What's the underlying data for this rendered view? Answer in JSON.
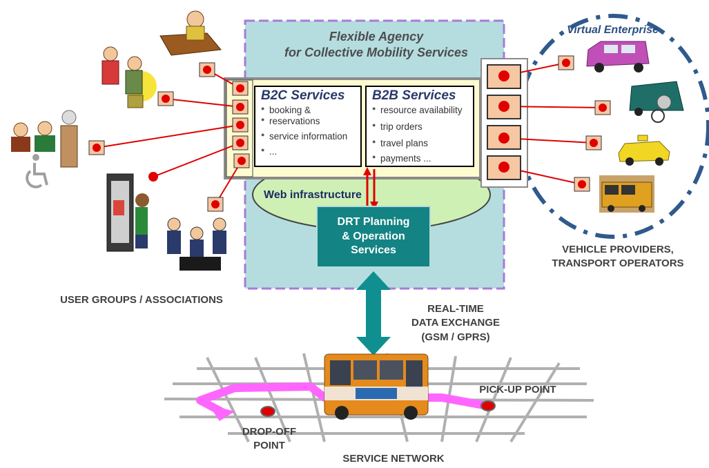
{
  "agency": {
    "title_line1": "Flexible Agency",
    "title_line2": "for Collective Mobility Services"
  },
  "virtual_enterprise": {
    "title": "Virtual Enterprise"
  },
  "b2c": {
    "title": "B2C Services",
    "items": [
      "booking &",
      "reservations",
      "service information",
      "..."
    ]
  },
  "b2b": {
    "title": "B2B Services",
    "items": [
      "resource availability",
      "trip orders",
      "travel plans",
      "payments  ..."
    ]
  },
  "web_infrastructure": "Web infrastructure",
  "drt": {
    "line1": "DRT Planning",
    "line2": "& Operation",
    "line3": "Services"
  },
  "labels": {
    "user_groups": "USER GROUPS / ASSOCIATIONS",
    "vehicle_providers_line1": "VEHICLE  PROVIDERS,",
    "vehicle_providers_line2": "TRANSPORT OPERATORS",
    "realtime_line1": "REAL-TIME",
    "realtime_line2": "DATA EXCHANGE",
    "realtime_line3": "(GSM / GPRS)",
    "pickup": "PICK-UP POINT",
    "dropoff_line1": "DROP-OFF",
    "dropoff_line2": "POINT",
    "service_network": "SERVICE  NETWORK"
  },
  "colors": {
    "agency_bg": "#b5dde0",
    "agency_border": "#a67bd6",
    "services_panel": "#fffbd0",
    "web_ellipse": "#cff0b4",
    "drt_box": "#138383",
    "connector_fill": "#f6c7a3",
    "connector_dot": "#e00000",
    "route": "#ff66ff",
    "ve_ellipse": "#2f5a8c"
  }
}
